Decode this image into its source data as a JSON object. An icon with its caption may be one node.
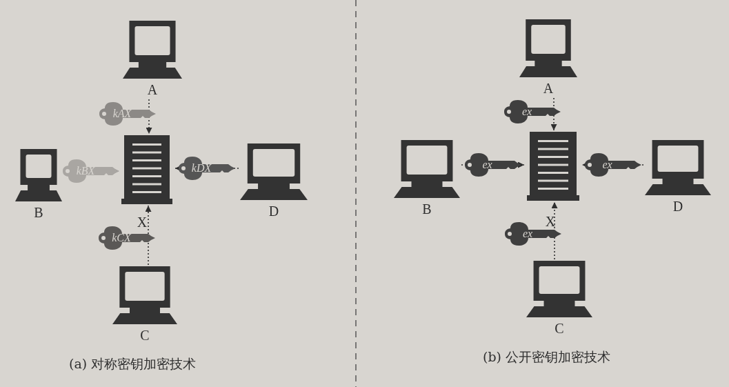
{
  "diagram": {
    "nodes": [
      {
        "text": [
          "A"
        ]
      },
      {
        "text": [
          "B"
        ]
      },
      {
        "text": [
          "X"
        ]
      },
      {
        "text": [
          "D"
        ]
      },
      {
        "text": [
          "C"
        ]
      },
      {
        "text": [
          "A"
        ]
      },
      {
        "text": [
          "B"
        ]
      },
      {
        "text": [
          "X"
        ]
      },
      {
        "text": [
          "D"
        ]
      },
      {
        "text": [
          "C"
        ]
      }
    ],
    "edges": [
      {
        "from": 0,
        "to": 2,
        "arrow": "to",
        "label": "kAX",
        "style": "dashed"
      },
      {
        "from": 1,
        "to": 2,
        "arrow": "to",
        "label": "kBX",
        "style": "dashed"
      },
      {
        "from": 3,
        "to": 2,
        "arrow": "to",
        "label": "kDX",
        "style": "dashed"
      },
      {
        "from": 4,
        "to": 2,
        "arrow": "to",
        "label": "kCX",
        "style": "dashed"
      },
      {
        "from": 5,
        "to": 7,
        "arrow": "to",
        "label": "ex",
        "style": "dashed"
      },
      {
        "from": 6,
        "to": 7,
        "arrow": "to",
        "label": "ex",
        "style": "dashed"
      },
      {
        "from": 8,
        "to": 7,
        "arrow": "to",
        "label": "ex",
        "style": "dashed"
      },
      {
        "from": 9,
        "to": 7,
        "arrow": "to",
        "label": "ex",
        "style": "dashed"
      }
    ],
    "labels": [
      "(a) 对称密钥加密技术",
      "(b) 公开密钥加密技术"
    ]
  }
}
